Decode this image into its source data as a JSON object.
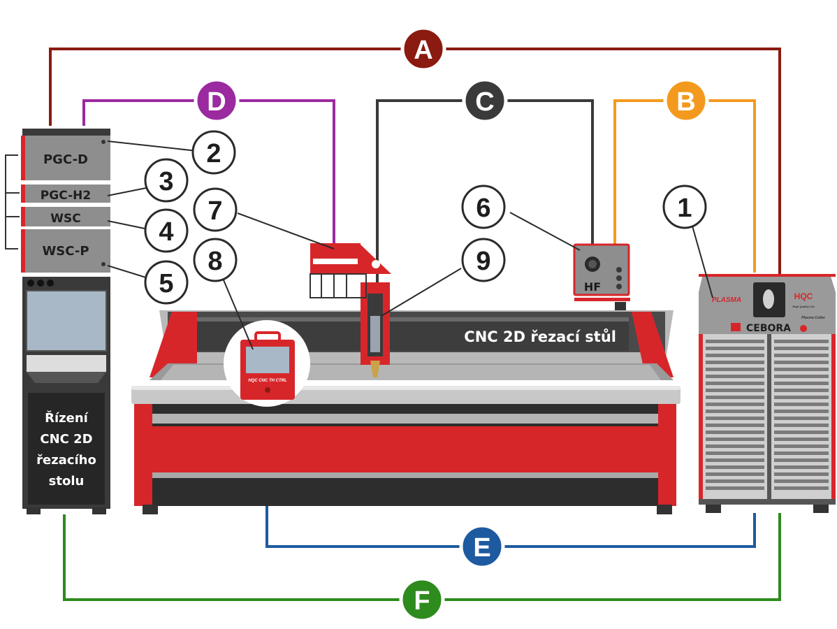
{
  "colors": {
    "line_a": "#8b1a10",
    "line_b": "#f39a1e",
    "line_c": "#3a3a3a",
    "line_d": "#9b2aa0",
    "line_e": "#1e5aa0",
    "line_f": "#2e8b1e",
    "machine_red": "#d7262a",
    "machine_gray": "#8e8e8e",
    "dark": "#2a2a2a"
  },
  "connections": [
    {
      "id": "a",
      "letter": "A"
    },
    {
      "id": "b",
      "letter": "B"
    },
    {
      "id": "c",
      "letter": "C"
    },
    {
      "id": "d",
      "letter": "D"
    },
    {
      "id": "e",
      "letter": "E"
    },
    {
      "id": "f",
      "letter": "F"
    }
  ],
  "callouts": [
    "1",
    "2",
    "3",
    "4",
    "5",
    "6",
    "7",
    "8",
    "9"
  ],
  "modules": {
    "pgc_d": "PGC-D",
    "pgc_h2": "PGC-H2",
    "wsc": "WSC",
    "wsc_p": "WSC-P"
  },
  "control_cabinet": {
    "lines": [
      "Řízení",
      "CNC 2D",
      "řezacího",
      "stolu"
    ]
  },
  "table": {
    "title": "CNC 2D řezací stůl"
  },
  "hf_unit": {
    "label": "HF"
  },
  "power_source": {
    "plasma_label": "PLASMA",
    "hqc_label": "HQC",
    "hqc_sub": "High Quality Cut",
    "subtitle": "Plasma Cutter",
    "brand": "CEBORA"
  },
  "pendant": {
    "screen_label": "HQC CNC TH CTRL"
  }
}
